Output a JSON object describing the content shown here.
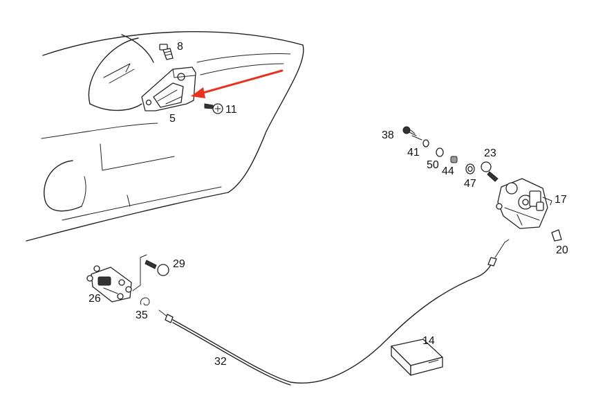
{
  "callouts": {
    "p8": "8",
    "p5": "5",
    "p11": "11",
    "p38": "38",
    "p41": "41",
    "p50": "50",
    "p44": "44",
    "p23": "23",
    "p47": "47",
    "p17": "17",
    "p20": "20",
    "p29": "29",
    "p26": "26",
    "p35": "35",
    "p14": "14",
    "p32": "32"
  },
  "colors": {
    "line": "#222222",
    "arrow": "#e8321e",
    "background": "#ffffff"
  }
}
